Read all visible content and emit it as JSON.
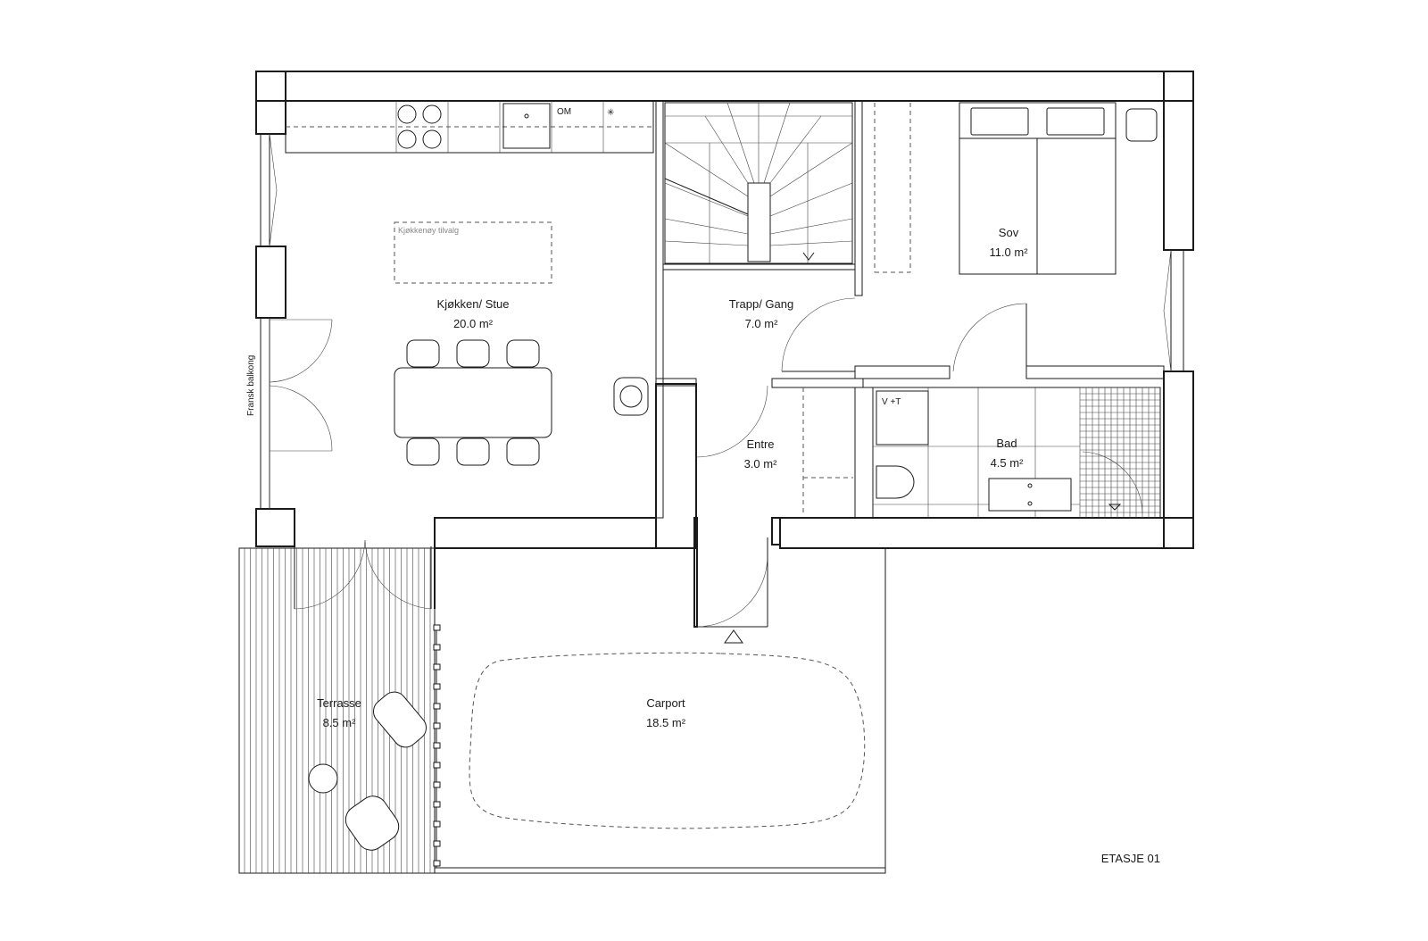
{
  "rooms": {
    "kjokken": {
      "name": "Kjøkken/ Stue",
      "area": "20.0 m²"
    },
    "trapp": {
      "name": "Trapp/ Gang",
      "area": "7.0 m²"
    },
    "sov": {
      "name": "Sov",
      "area": "11.0 m²"
    },
    "entre": {
      "name": "Entre",
      "area": "3.0 m²"
    },
    "bad": {
      "name": "Bad",
      "area": "4.5 m²"
    },
    "terrasse": {
      "name": "Terrasse",
      "area": "8.5 m²"
    },
    "carport": {
      "name": "Carport",
      "area": "18.5 m²"
    }
  },
  "annotations": {
    "om": "OM",
    "vt": "V +T",
    "island": "Kjøkkenøy tilvalg",
    "balkong": "Fransk balkong",
    "etasje": "ETASJE 01"
  },
  "colors": {
    "line": "#1a1a1a",
    "background": "#ffffff"
  }
}
